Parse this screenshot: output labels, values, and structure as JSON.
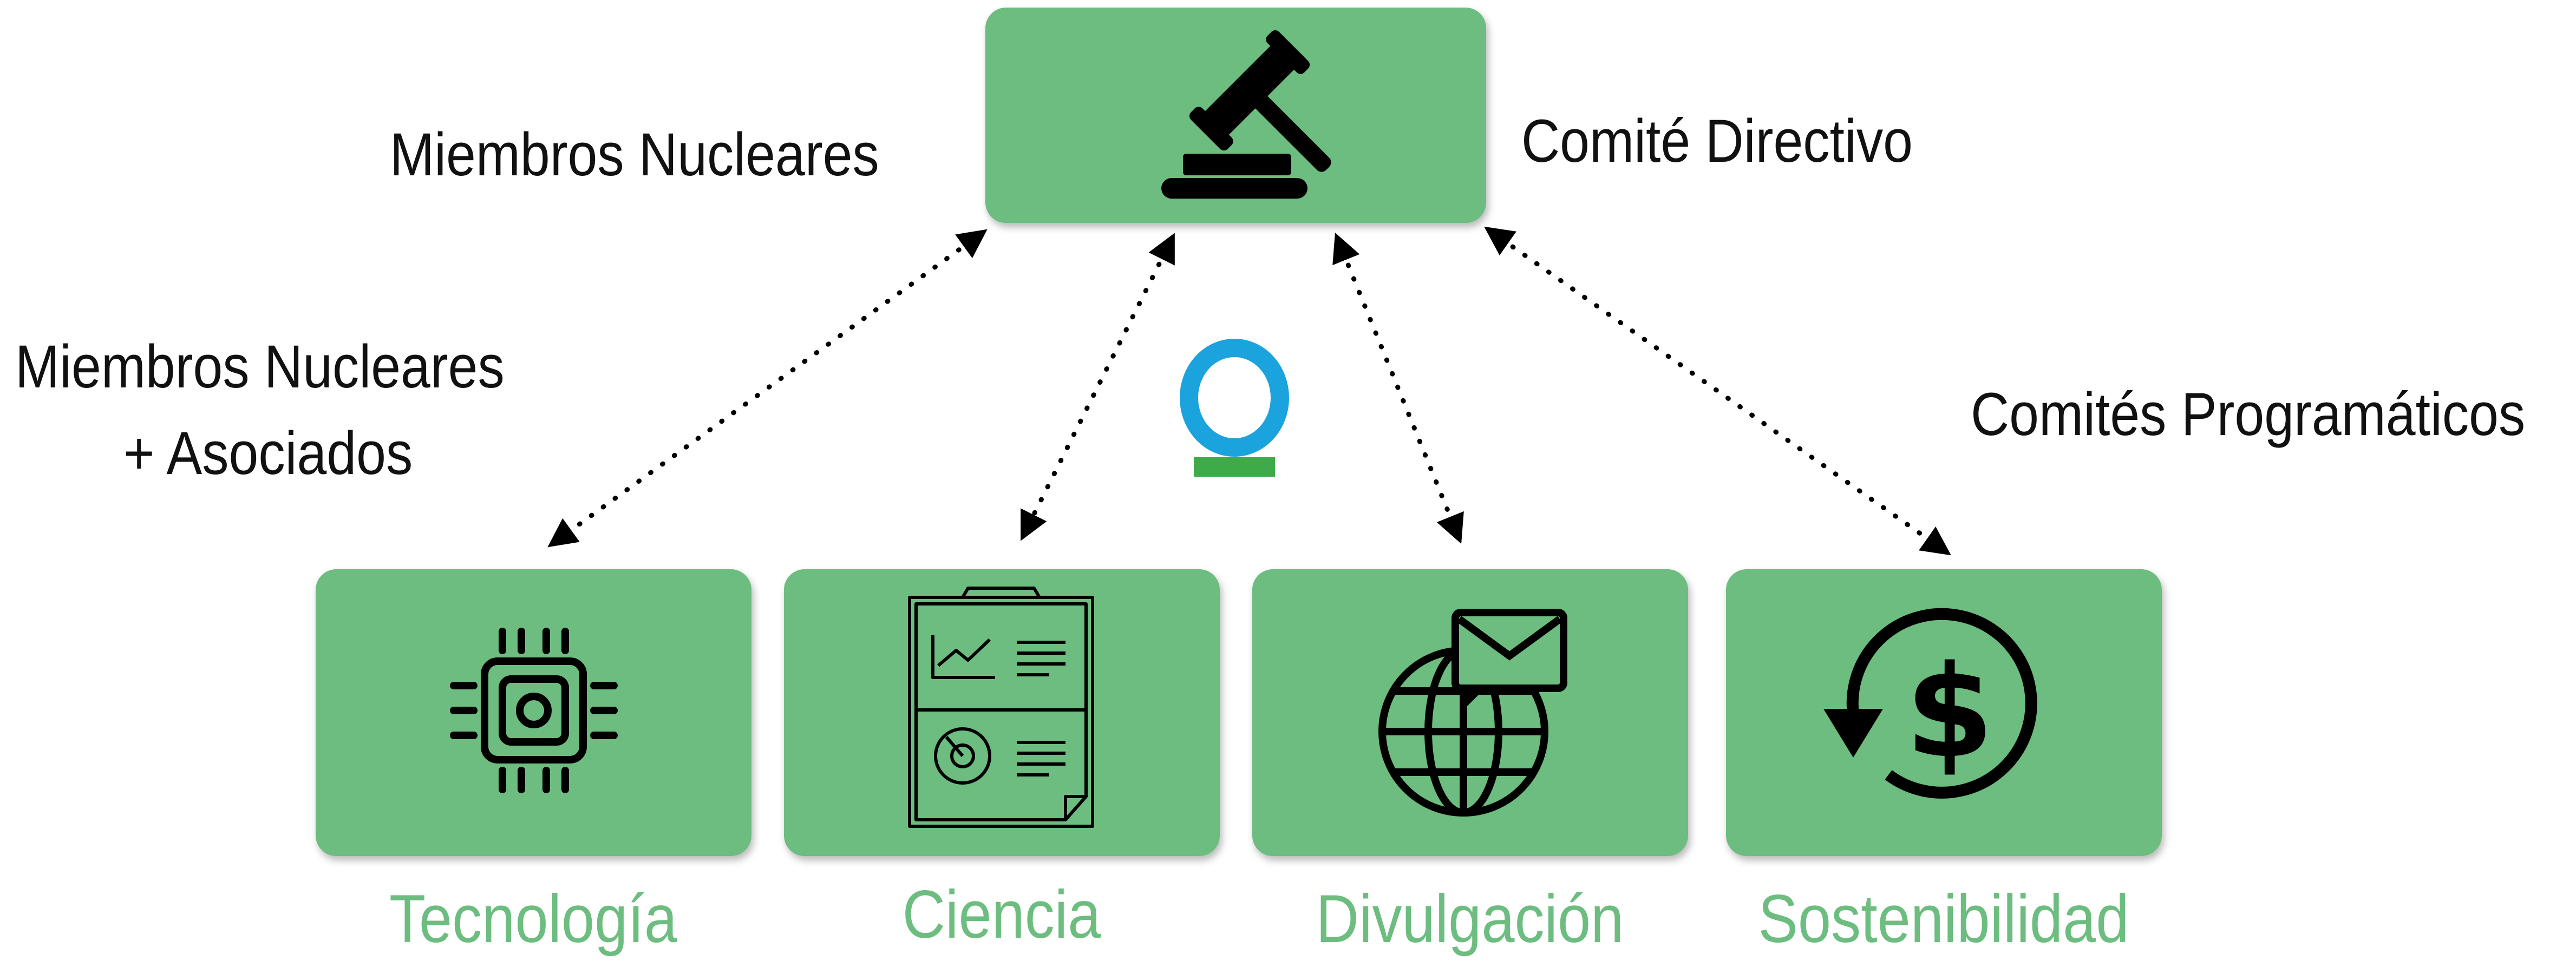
{
  "top": {
    "left_label": "Miembros Nucleares",
    "right_label": "Comité Directivo",
    "icon": "gavel-icon"
  },
  "side": {
    "left_label_line1": "Miembros Nucleares",
    "left_label_line2": "+ Asociados",
    "right_label": "Comités Programáticos"
  },
  "center_logo": {
    "icon": "logo-icon",
    "colors": [
      "#1aa3dd",
      "#3faa4a"
    ]
  },
  "committees": [
    {
      "name": "Tecnología",
      "icon": "chip-icon"
    },
    {
      "name": "Ciencia",
      "icon": "report-chart-icon"
    },
    {
      "name": "Divulgación",
      "icon": "globe-mail-icon"
    },
    {
      "name": "Sostenibilidad",
      "icon": "dollar-cycle-icon"
    }
  ],
  "colors": {
    "box": "#6cbd7f",
    "caption": "#6cbd7f",
    "text": "#111111",
    "arrow": "#000000"
  }
}
